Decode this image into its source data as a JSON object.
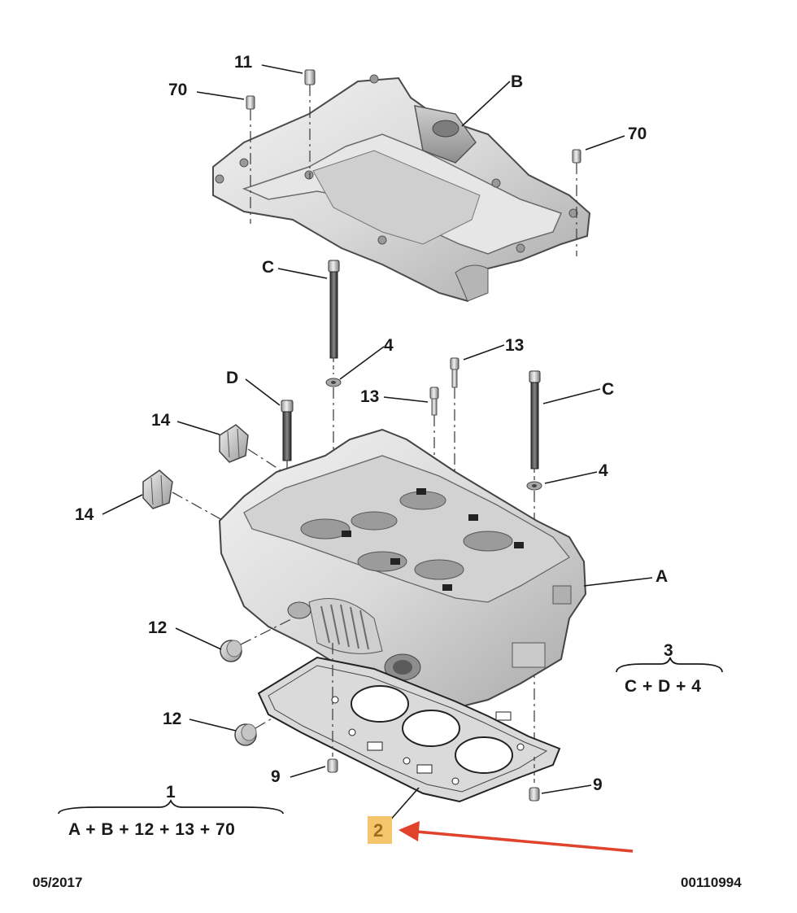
{
  "labels": {
    "p11": "11",
    "p70a": "70",
    "p70b": "70",
    "pB": "B",
    "pC1": "C",
    "pC2": "C",
    "p4a": "4",
    "p4b": "4",
    "p13a": "13",
    "p13b": "13",
    "pD": "D",
    "p14a": "14",
    "p14b": "14",
    "pA": "A",
    "p12a": "12",
    "p12b": "12",
    "p9a": "9",
    "p9b": "9",
    "p2": "2"
  },
  "kits": {
    "kit1": {
      "number": "1",
      "formula": "A + B + 12 + 13 + 70"
    },
    "kit3": {
      "number": "3",
      "formula": "C + D + 4"
    }
  },
  "footer": {
    "date": "05/2017",
    "ref": "00110994"
  },
  "colors": {
    "highlight": "#f6c46a",
    "arrow": "#e0422c",
    "ink": "#1a1a1a"
  }
}
